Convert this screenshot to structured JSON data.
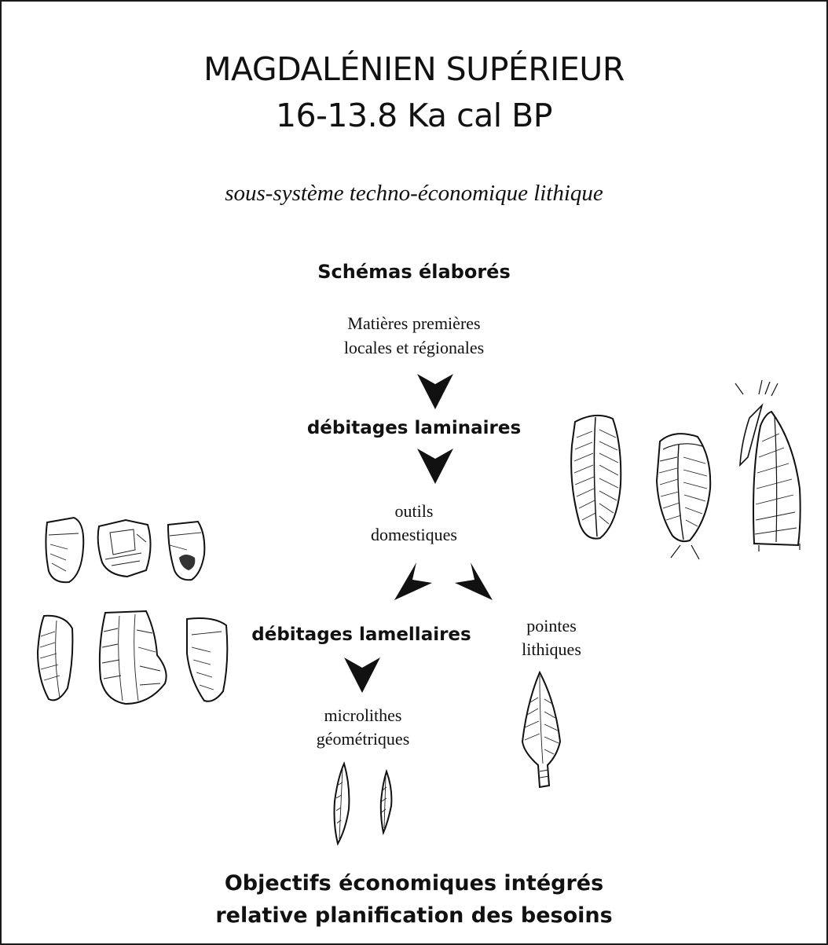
{
  "title": {
    "line1": "MAGDALÉNIEN SUPÉRIEUR",
    "line2": "16-13.8 Ka cal BP"
  },
  "subtitle": "sous-système techno-économique lithique",
  "diagram": {
    "heading": "Schémas élaborés",
    "raw_materials": [
      "Matières premières",
      "locales et régionales"
    ],
    "blade_debitage": "débitages laminaires",
    "domestic_tools": [
      "outils",
      "domestiques"
    ],
    "bladelet_debitage": "débitages lamellaires",
    "lithic_points": [
      "pointes",
      "lithiques"
    ],
    "microliths": [
      "microlithes",
      "géométriques"
    ]
  },
  "footer": {
    "line1": "Objectifs économiques intégrés",
    "line2": "relative planification des besoins"
  },
  "colors": {
    "ink": "#111111",
    "border": "#1a1a1a",
    "background": "#ffffff"
  },
  "icons": [
    "arrowhead-down-icon",
    "arrowhead-left-icon",
    "arrowhead-right-icon",
    "flint-artifact-drawing"
  ]
}
